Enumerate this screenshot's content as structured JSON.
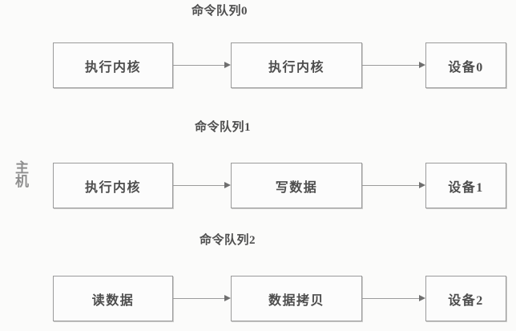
{
  "diagram": {
    "type": "flow",
    "side_label": "主机",
    "rows": [
      {
        "queue_title": "命令队列0",
        "nodes": [
          {
            "id": "r0-n0",
            "label": "执行内核"
          },
          {
            "id": "r0-n1",
            "label": "执行内核"
          },
          {
            "id": "r0-n2",
            "label": "设备0"
          }
        ],
        "edges": [
          {
            "from": "r0-n0",
            "to": "r0-n1",
            "arrow": "right"
          },
          {
            "from": "r0-n1",
            "to": "r0-n2",
            "arrow": "right"
          }
        ]
      },
      {
        "queue_title": "命令队列1",
        "nodes": [
          {
            "id": "r1-n0",
            "label": "执行内核"
          },
          {
            "id": "r1-n1",
            "label": "写数据"
          },
          {
            "id": "r1-n2",
            "label": "设备1"
          }
        ],
        "edges": [
          {
            "from": "r1-n0",
            "to": "r1-n1",
            "arrow": "right"
          },
          {
            "from": "r1-n1",
            "to": "r1-n2",
            "arrow": "right"
          }
        ]
      },
      {
        "queue_title": "命令队列2",
        "nodes": [
          {
            "id": "r2-n0",
            "label": "读数据"
          },
          {
            "id": "r2-n1",
            "label": "数据拷贝"
          },
          {
            "id": "r2-n2",
            "label": "设备2"
          }
        ],
        "edges": [
          {
            "from": "r2-n0",
            "to": "r2-n1",
            "arrow": "right"
          },
          {
            "from": "r2-n1",
            "to": "r2-n2",
            "arrow": "right"
          }
        ]
      }
    ],
    "colors": {
      "background": "#fbfbfa",
      "box_border": "#9b9b9b",
      "box_fill": "#fcfcfc",
      "text": "#4d4d4d",
      "caption": "#4e4e4e",
      "side_label": "#8e8e8e",
      "connector": "#9b9b9b",
      "arrow_head": "#6f6f6f"
    }
  }
}
